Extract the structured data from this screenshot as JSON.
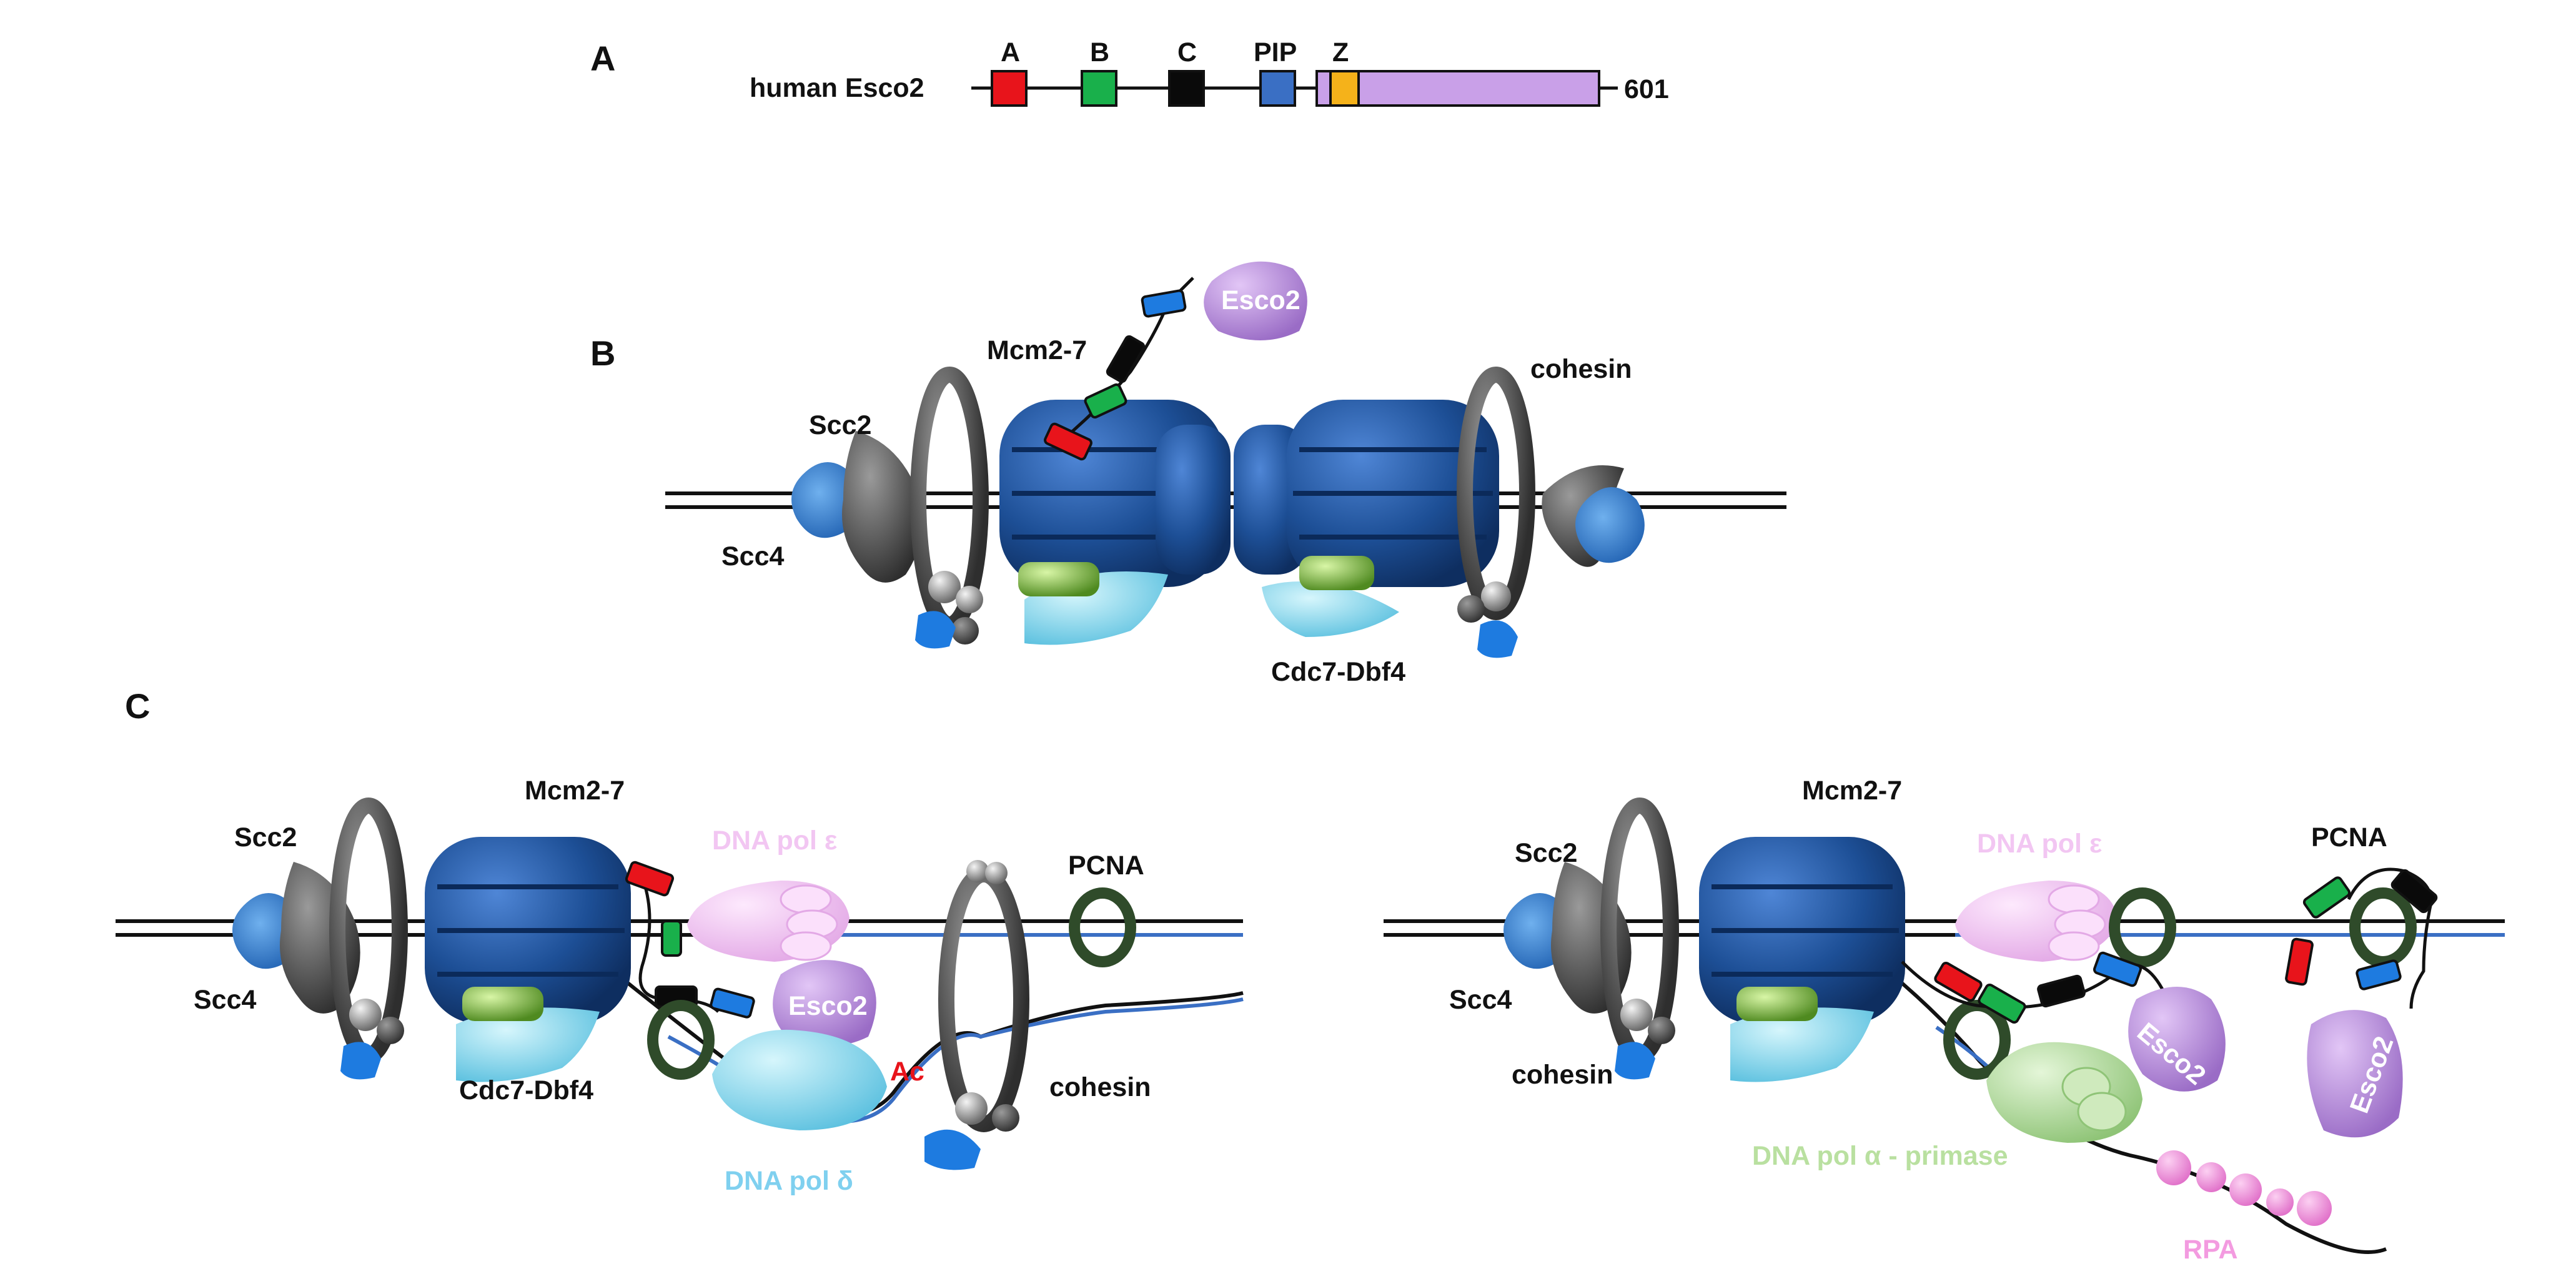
{
  "panels": {
    "a": "A",
    "b": "B",
    "c": "C"
  },
  "panel_a": {
    "protein": "human Esco2",
    "end_residue": "601",
    "motifs": {
      "a": "A",
      "b": "B",
      "c": "C",
      "pip": "PIP",
      "z": "Z"
    }
  },
  "panel_b": {
    "mcm": "Mcm2-7",
    "esco2": "Esco2",
    "cohesin": "cohesin",
    "scc2": "Scc2",
    "scc4": "Scc4",
    "cdc7": "Cdc7-Dbf4"
  },
  "panel_c_left": {
    "mcm": "Mcm2-7",
    "scc2": "Scc2",
    "scc4": "Scc4",
    "cdc7": "Cdc7-Dbf4",
    "pol_eps": "DNA pol ε",
    "pcna": "PCNA",
    "esco2": "Esco2",
    "ac": "Ac",
    "cohesin": "cohesin",
    "pol_delta": "DNA pol δ"
  },
  "panel_c_right": {
    "mcm": "Mcm2-7",
    "scc2": "Scc2",
    "scc4": "Scc4",
    "cohesin": "cohesin",
    "pol_eps": "DNA pol ε",
    "pcna": "PCNA",
    "esco2_a": "Esco2",
    "esco2_b": "Esco2",
    "pol_alpha": "DNA pol α - primase",
    "rpa": "RPA"
  },
  "colors": {
    "motif_a": "#e8141b",
    "motif_b": "#19b04b",
    "motif_c": "#0a0a0a",
    "motif_pip": "#3a6fc4",
    "motif_z": "#f5b21a",
    "esco2_body": "#c9a0e8",
    "mcm": "#1d4f96",
    "cohesin_ring": "#555555",
    "cdc7": "#8fd35a",
    "dbf4": "#7fd0ef",
    "pol_eps": "#f2c6f2",
    "pol_delta": "#9be3f2",
    "pol_alpha": "#b9e0a0",
    "rpa": "#f39be0",
    "pcna": "#2f4b2a",
    "ac_text": "#e8141b",
    "dna_new_strand": "#3a6fc4"
  },
  "icons": [
    "cohesin-ring-icon",
    "mcm-hexamer-icon",
    "pcna-clamp-icon",
    "polymerase-icon"
  ]
}
